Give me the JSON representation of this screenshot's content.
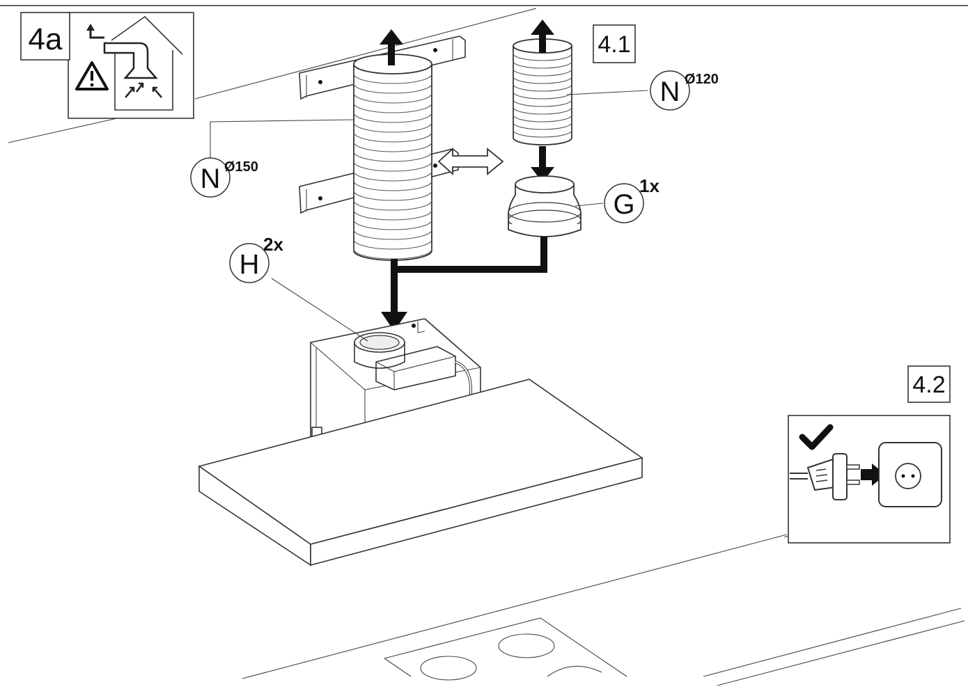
{
  "step": {
    "number": "4a",
    "substep_1": "4.1",
    "substep_2": "4.2"
  },
  "parts": {
    "n_large": {
      "letter": "N",
      "size": "Ø150"
    },
    "n_small": {
      "letter": "N",
      "size": "Ø120"
    },
    "g": {
      "letter": "G",
      "qty": "1x"
    },
    "h": {
      "letter": "H",
      "qty": "2x"
    }
  },
  "icons": {
    "step_icon": "recirculation-hood-house-icon",
    "warning": "warning-triangle-icon",
    "check": "checkmark-icon",
    "plug": "power-plug-icon",
    "socket": "wall-socket-icon"
  }
}
